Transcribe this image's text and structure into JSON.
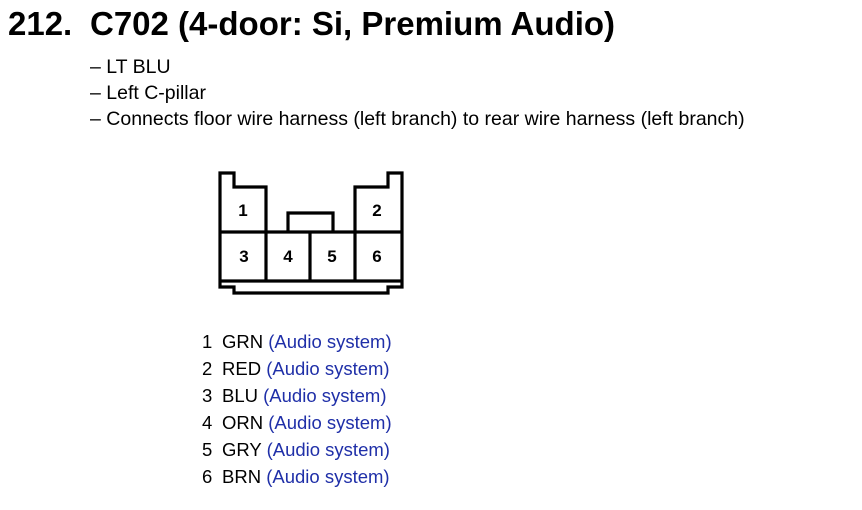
{
  "heading": {
    "number": "212.",
    "title": "C702 (4-door: Si, Premium Audio)"
  },
  "details": [
    "– LT BLU",
    "– Left C-pillar",
    "– Connects floor wire harness (left branch) to rear wire harness (left branch)"
  ],
  "connector": {
    "pin_labels": [
      "1",
      "2",
      "3",
      "4",
      "5",
      "6"
    ]
  },
  "pins": [
    {
      "num": "1",
      "color": "GRN",
      "desc": "(Audio system)"
    },
    {
      "num": "2",
      "color": "RED",
      "desc": "(Audio system)"
    },
    {
      "num": "3",
      "color": "BLU",
      "desc": "(Audio system)"
    },
    {
      "num": "4",
      "color": "ORN",
      "desc": "(Audio system)"
    },
    {
      "num": "5",
      "color": "GRY",
      "desc": "(Audio system)"
    },
    {
      "num": "6",
      "color": "BRN",
      "desc": "(Audio system)"
    }
  ],
  "colors": {
    "link": "#1f2fa8"
  }
}
